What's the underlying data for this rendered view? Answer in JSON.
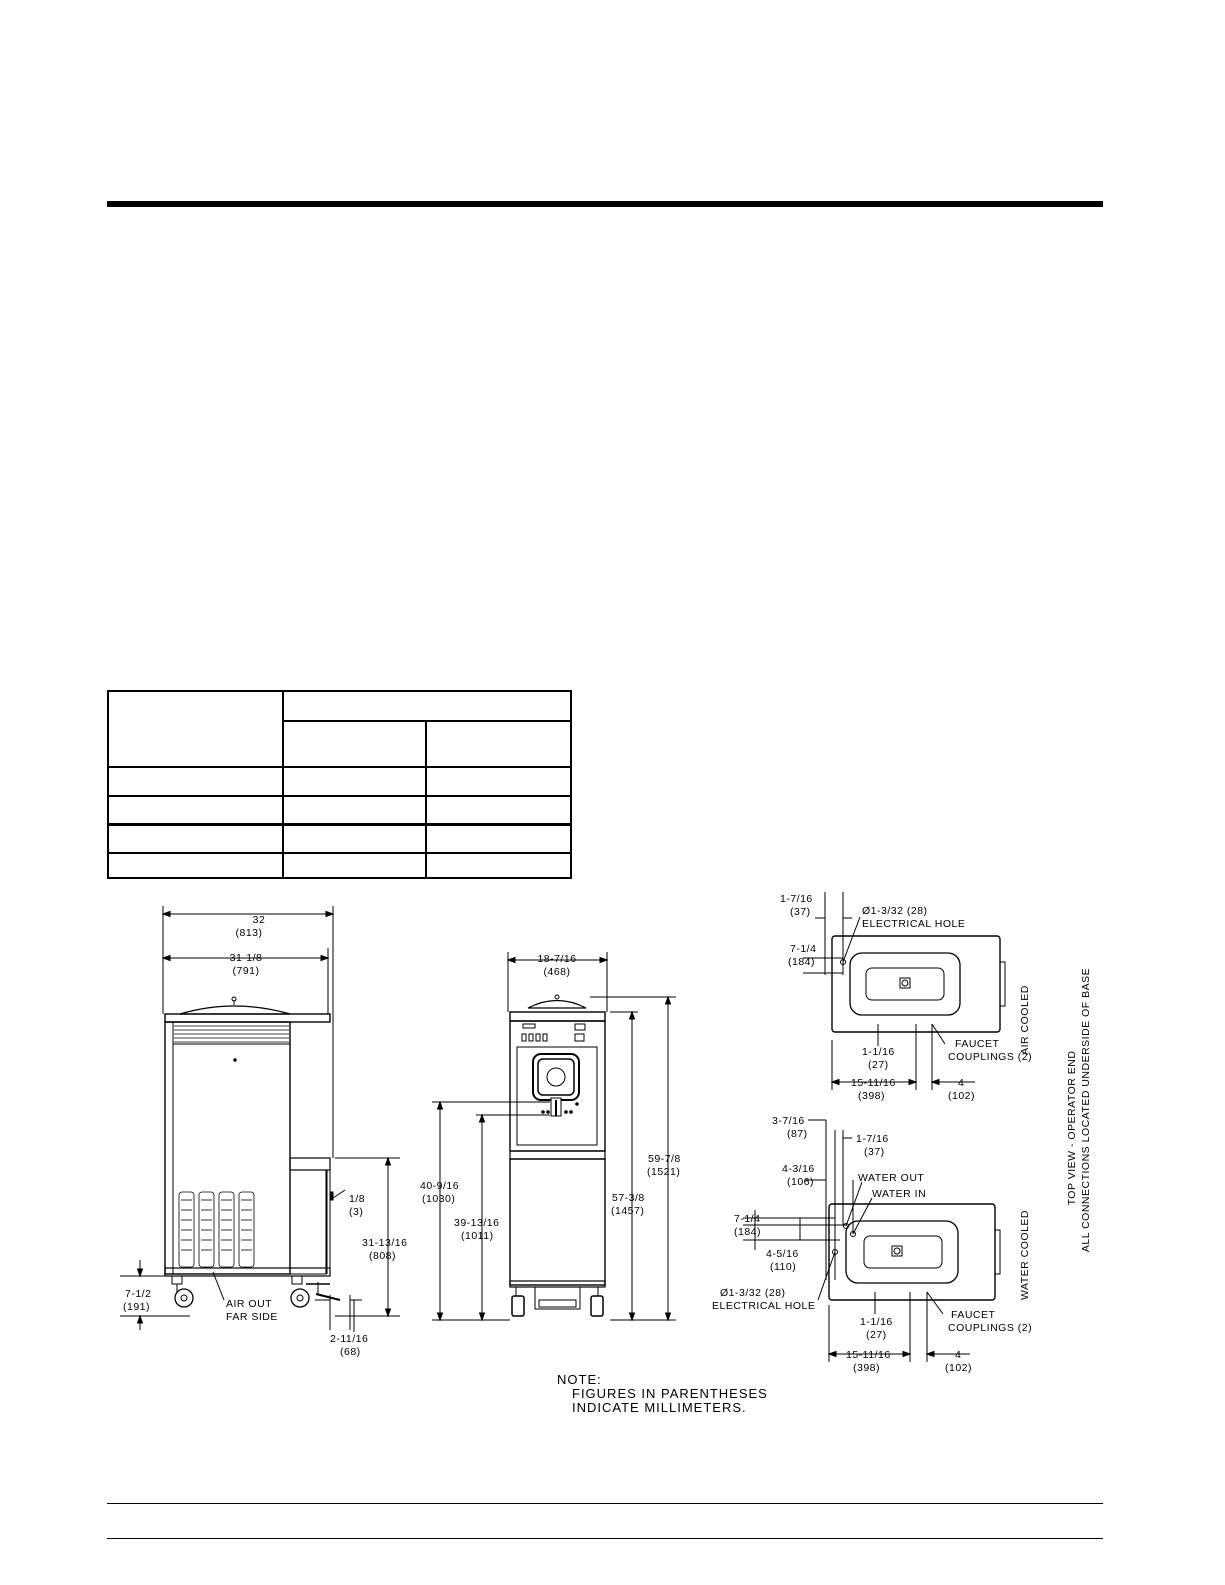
{
  "spec_table": {
    "header": {
      "model": "",
      "group": "",
      "col1": "",
      "col2": ""
    },
    "rows": [
      {
        "label": "",
        "c1": "",
        "c2": ""
      },
      {
        "label": "",
        "c1": "",
        "c2": ""
      },
      {
        "label": "",
        "c1": "",
        "c2": ""
      },
      {
        "label": "",
        "c1": "",
        "c2": ""
      }
    ]
  },
  "side_view": {
    "overall_width": "32",
    "overall_width_mm": "(813)",
    "cabinet_width": "31-1/8",
    "cabinet_width_mm": "(791)",
    "gap": "1/8",
    "gap_mm": "(3)",
    "counter_height": "31-13/16",
    "counter_height_mm": "(808)",
    "caster_height": "7-1/2",
    "caster_height_mm": "(191)",
    "air_out_line1": "AIR OUT",
    "air_out_line2": "FAR SIDE",
    "toe": "2-11/16",
    "toe_mm": "(68)"
  },
  "front_view": {
    "width": "18-7/16",
    "width_mm": "(468)",
    "overall_height": "59-7/8",
    "overall_height_mm": "(1521)",
    "body_height": "57-3/8",
    "body_height_mm": "(1457)",
    "spout_height": "40-9/16",
    "spout_height_mm": "(1030)",
    "draw_height": "39-13/16",
    "draw_height_mm": "(1011)"
  },
  "top_air": {
    "offset": "1-7/16",
    "offset_mm": "(37)",
    "hole": "Ø1-3/32 (28)",
    "hole_label": "ELECTRICAL HOLE",
    "depth": "7-1/4",
    "depth_mm": "(184)",
    "faucet_label1": "FAUCET",
    "faucet_label2": "COUPLINGS (2)",
    "coupling_offset": "1-1/16",
    "coupling_offset_mm": "(27)",
    "span": "15-11/16",
    "span_mm": "(398)",
    "end": "4",
    "end_mm": "(102)",
    "side_label": "AIR COOLED"
  },
  "top_water": {
    "a": "3-7/16",
    "a_mm": "(87)",
    "b": "1-7/16",
    "b_mm": "(37)",
    "c": "4-3/16",
    "c_mm": "(106)",
    "water_out": "WATER OUT",
    "water_in": "WATER IN",
    "depth": "7-1/4",
    "depth_mm": "(184)",
    "d": "4-5/16",
    "d_mm": "(110)",
    "hole": "Ø1-3/32 (28)",
    "hole_label": "ELECTRICAL HOLE",
    "coupling_offset": "1-1/16",
    "coupling_offset_mm": "(27)",
    "faucet_label1": "FAUCET",
    "faucet_label2": "COUPLINGS (2)",
    "span": "15-11/16",
    "span_mm": "(398)",
    "end": "4",
    "end_mm": "(102)",
    "side_label": "WATER COOLED"
  },
  "top_view_caption1": "TOP VIEW - OPERATOR END",
  "top_view_caption2": "ALL CONNECTIONS LOCATED UNDERSIDE OF BASE",
  "note": {
    "line1": "NOTE:",
    "line2": "FIGURES IN PARENTHESES",
    "line3": "INDICATE MILLIMETERS."
  }
}
